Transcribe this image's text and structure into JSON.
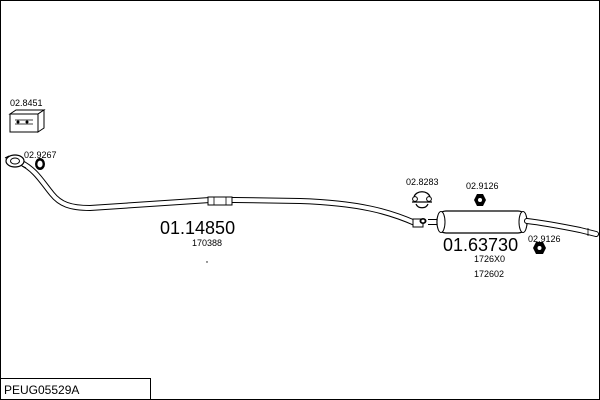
{
  "parts": {
    "p1": {
      "ref": "02.8451"
    },
    "p2": {
      "ref": "02.9267"
    },
    "p3": {
      "ref": "01.14850",
      "oe": "170388"
    },
    "p4": {
      "ref": "02.8283"
    },
    "p5": {
      "ref": "02.9126"
    },
    "p6": {
      "ref": "01.63730",
      "oe1": "1726X0",
      "oe2": "172602"
    },
    "p7": {
      "ref": "02.9126"
    }
  },
  "footer": {
    "code": "PEUG05529A"
  }
}
